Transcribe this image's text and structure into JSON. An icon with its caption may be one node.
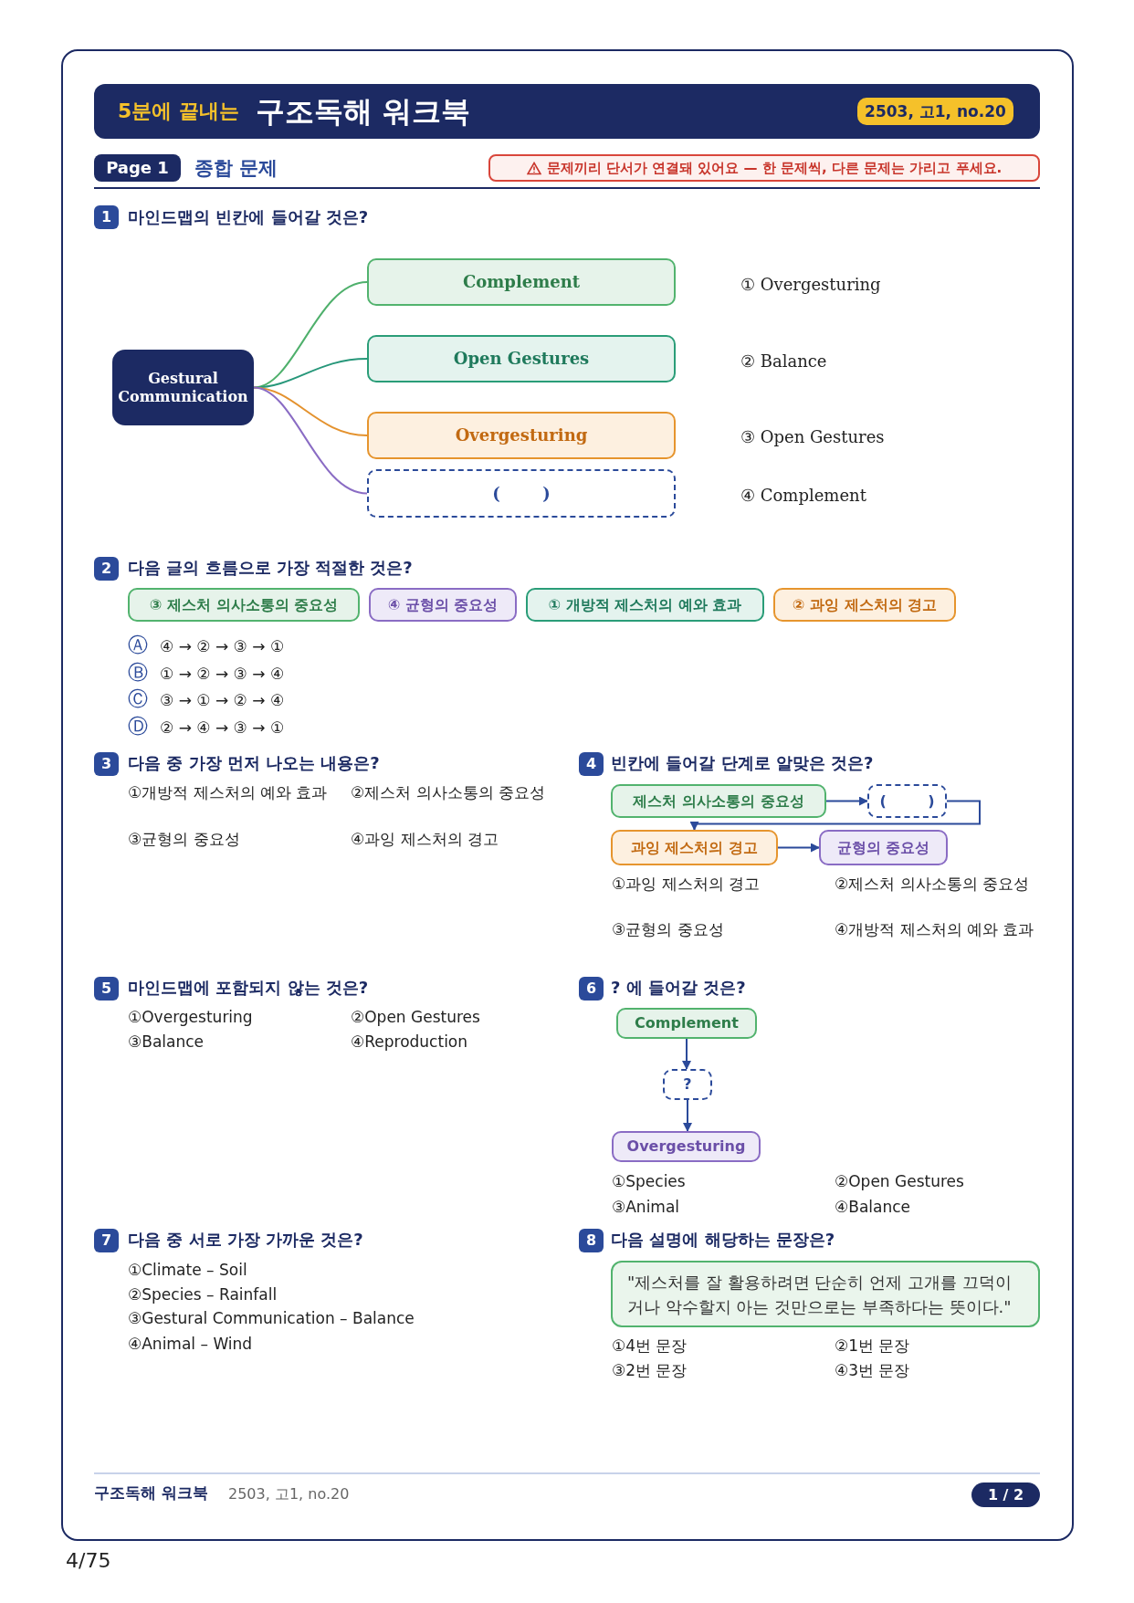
{
  "diagram": {
    "nodes": [
      {
        "text": [
          "5분에 끝내는",
          "구조독해 워크북"
        ]
      },
      {
        "text": [
          "2503, 고1, no.20"
        ],
        "in": 0
      },
      {
        "text": [
          "Page 1"
        ]
      },
      {
        "text": [
          "문제끼리 단서가 연결돼 있어요 — 한 문제씩, 다른 문제는 가리고 푸세요."
        ]
      },
      {
        "text": [
          "1"
        ]
      },
      {
        "text": [
          "Gestural Communication"
        ]
      },
      {
        "text": [
          "Complement"
        ]
      },
      {
        "text": [
          "Open Gestures"
        ]
      },
      {
        "text": [
          "Overgesturing"
        ]
      },
      {
        "text": [
          "( )"
        ]
      },
      {
        "text": [
          "2"
        ]
      },
      {
        "text": [
          "③ 제스처 의사소통의 중요성"
        ]
      },
      {
        "text": [
          "④ 균형의 중요성"
        ]
      },
      {
        "text": [
          "① 개방적 제스처의 예와 효과"
        ]
      },
      {
        "text": [
          "② 과잉 제스처의 경고"
        ]
      },
      {
        "text": [
          "3"
        ]
      },
      {
        "text": [
          "4"
        ]
      },
      {
        "text": [
          "제스처 의사소통의 중요성"
        ]
      },
      {
        "text": [
          "( )"
        ]
      },
      {
        "text": [
          "과잉 제스처의 경고"
        ]
      },
      {
        "text": [
          "균형의 중요성"
        ]
      },
      {
        "text": [
          "5"
        ]
      },
      {
        "text": [
          "6"
        ]
      },
      {
        "text": [
          "Complement"
        ]
      },
      {
        "text": [
          "?"
        ]
      },
      {
        "text": [
          "Overgesturing"
        ]
      },
      {
        "text": [
          "7"
        ]
      },
      {
        "text": [
          "8"
        ]
      },
      {
        "text": [
          "\"제스처를 잘 활용하려면 단순히 언제 고개를 끄덕이거나 악수할지 아는 것만으로는 부족하다는 뜻이다.\""
        ]
      },
      {
        "text": [
          "1 / 2"
        ]
      }
    ],
    "edges": [
      {
        "from": 5,
        "to": 6,
        "arrow": "none",
        "color": "#4fb06c"
      },
      {
        "from": 5,
        "to": 7,
        "arrow": "none",
        "color": "#27977a"
      },
      {
        "from": 5,
        "to": 8,
        "arrow": "none",
        "color": "#e4922e"
      },
      {
        "from": 5,
        "to": 9,
        "arrow": "none",
        "color": "#8a6cc4"
      },
      {
        "from": 17,
        "to": 18,
        "arrow": "to"
      },
      {
        "from": 18,
        "to": 19,
        "arrow": "to"
      },
      {
        "from": 19,
        "to": 20,
        "arrow": "to"
      },
      {
        "from": 23,
        "to": 24,
        "arrow": "to"
      },
      {
        "from": 24,
        "to": 25,
        "arrow": "to"
      }
    ],
    "labels": [
      "종합 문제",
      "마인드맵의 빈칸에 들어갈 것은?",
      "① Overgesturing",
      "② Balance",
      "③ Open Gestures",
      "④ Complement",
      "다음 글의 흐름으로 가장 적절한 것은?",
      "Ⓐ",
      "④ → ② → ③ → ①",
      "Ⓑ",
      "① → ② → ③ → ④",
      "Ⓒ",
      "③ → ① → ② → ④",
      "Ⓓ",
      "② → ④ → ③ → ①",
      "다음 중 가장 먼저 나오는 내용은?",
      "①개방적 제스처의 예와 효과",
      "②제스처 의사소통의 중요성",
      "③균형의 중요성",
      "④과잉 제스처의 경고",
      "빈칸에 들어갈 단계로 알맞은 것은?",
      "①과잉 제스처의 경고",
      "②제스처 의사소통의 중요성",
      "③균형의 중요성",
      "④개방적 제스처의 예와 효과",
      "마인드맵에 포함되지 않는 것은?",
      "①Overgesturing",
      "②Open Gestures",
      "③Balance",
      "④Reproduction",
      "? 에 들어갈 것은?",
      "①Species",
      "②Open Gestures",
      "③Animal",
      "④Balance",
      "다음 중 서로 가장 가까운 것은?",
      "①Climate – Soil",
      "②Species – Rainfall",
      "③Gestural Communication – Balance",
      "④Animal – Wind",
      "다음 설명에 해당하는 문장은?",
      "①4번 문장",
      "②1번 문장",
      "③2번 문장",
      "④3번 문장",
      "구조독해 워크북",
      "2503, 고1, no.20",
      "4/75"
    ]
  }
}
